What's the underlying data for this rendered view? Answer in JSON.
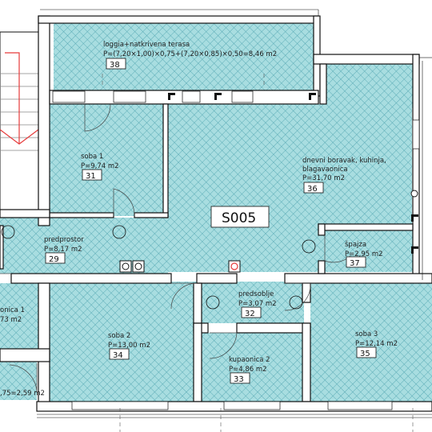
{
  "plan": {
    "unit_label": "S005",
    "colors": {
      "floor": "#a8dde0",
      "hatch": "#56a8b3",
      "wall": "#111111",
      "stair": "#e63b3b"
    },
    "rooms": [
      {
        "id": "r38",
        "name": "loggia+natkrivena terasa",
        "area": "P=(7,20×1,00)×0,75+(7,20×0,85)×0,50=8,46 m2",
        "number": "38"
      },
      {
        "id": "r31",
        "name": "soba 1",
        "area": "P=9,74 m2",
        "number": "31"
      },
      {
        "id": "r36",
        "name": "dnevni boravak, kuhinja, blagavaonica",
        "name_line1": "dnevni boravak, kuhinja,",
        "name_line2": "blagavaonica",
        "area": "P=31,70 m2",
        "number": "36"
      },
      {
        "id": "r29",
        "name": "predprostor",
        "area": "P=8,17 m2",
        "number": "29"
      },
      {
        "id": "r37",
        "name": "špajza",
        "area": "P=2,95 m2",
        "number": "37"
      },
      {
        "id": "r32",
        "name": "predsoblje",
        "area": "P=3,07 m2",
        "number": "32"
      },
      {
        "id": "r34",
        "name": "soba 2",
        "area": "P=13,00 m2",
        "number": "34"
      },
      {
        "id": "r35",
        "name": "soba 3",
        "area": "P=12,14 m2",
        "number": "35"
      },
      {
        "id": "r33",
        "name": "kupaonica 2",
        "area": "P=4,86 m2",
        "number": "33"
      },
      {
        "id": "r30",
        "name": "onica 1",
        "area": "73 m2",
        "number": ""
      },
      {
        "id": "r39",
        "name": "",
        "area": ",75=2,59 m2",
        "number": ""
      }
    ]
  }
}
